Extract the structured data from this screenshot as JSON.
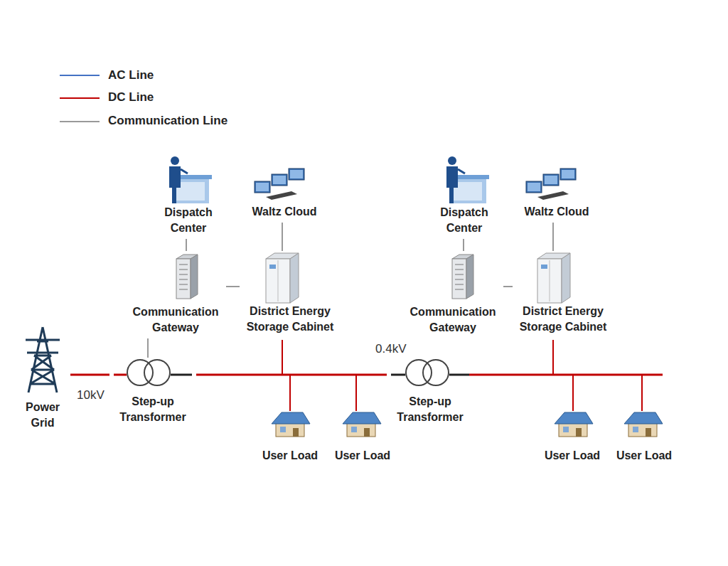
{
  "diagram": {
    "nodes": [
      {
        "text": [
          "Dispatch Center"
        ]
      },
      {
        "text": [
          "Waltz Cloud"
        ]
      },
      {
        "text": [
          "Dispatch Center"
        ]
      },
      {
        "text": [
          "Waltz Cloud"
        ]
      },
      {
        "text": [
          "Communication Gateway"
        ]
      },
      {
        "text": [
          "District Energy Storage Cabinet"
        ]
      },
      {
        "text": [
          "Communication Gateway"
        ]
      },
      {
        "text": [
          "District Energy Storage Cabinet"
        ]
      },
      {
        "text": [
          "Power Grid"
        ]
      },
      {
        "text": [
          "Step-up Transformer"
        ]
      },
      {
        "text": [
          "Step-up Transformer"
        ]
      },
      {
        "text": [
          "User Load"
        ]
      },
      {
        "text": [
          "User Load"
        ]
      },
      {
        "text": [
          "User Load"
        ]
      },
      {
        "text": [
          "User Load"
        ]
      }
    ],
    "edges": [
      {
        "from": 0,
        "to": 4,
        "arrow": "none"
      },
      {
        "from": 1,
        "to": 5,
        "arrow": "none"
      },
      {
        "from": 4,
        "to": 5,
        "arrow": "none"
      },
      {
        "from": 2,
        "to": 6,
        "arrow": "none"
      },
      {
        "from": 3,
        "to": 7,
        "arrow": "none"
      },
      {
        "from": 6,
        "to": 7,
        "arrow": "none"
      },
      {
        "from": 4,
        "to": 9,
        "arrow": "none"
      },
      {
        "from": 8,
        "to": 9,
        "arrow": "none"
      },
      {
        "from": 9,
        "to": 10,
        "arrow": "none"
      }
    ],
    "labels": [
      "10kV",
      "0.4kV"
    ],
    "legend": [
      {
        "text": "AC Line"
      },
      {
        "text": "DC Line"
      },
      {
        "text": "Communication Line"
      }
    ]
  }
}
